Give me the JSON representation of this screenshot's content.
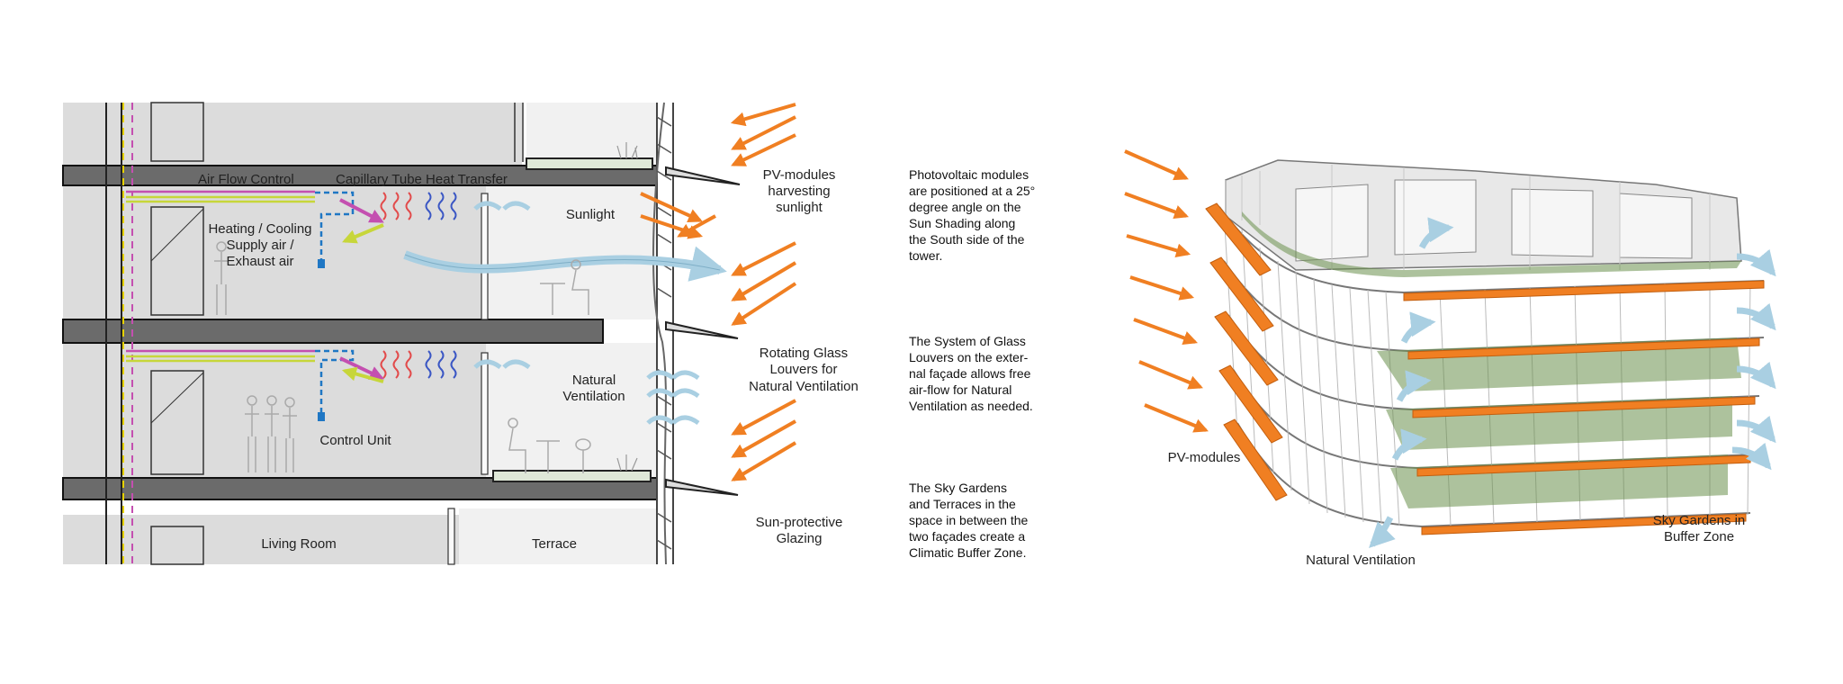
{
  "section": {
    "labels": {
      "air_flow_control": "Air Flow Control",
      "capillary": "Capillary Tube Heat Transfer",
      "heating_cooling": "Heating / Cooling",
      "supply_air": "Supply air /",
      "exhaust_air": "Exhaust air",
      "sunlight": "Sunlight",
      "natural_ventilation_1": "Natural",
      "natural_ventilation_2": "Ventilation",
      "control_unit": "Control Unit",
      "living_room": "Living Room",
      "terrace": "Terrace"
    },
    "callouts": {
      "pv_1": "PV-modules",
      "pv_2": "harvesting",
      "pv_3": "sunlight",
      "louvers_1": "Rotating Glass",
      "louvers_2": "Louvers for",
      "louvers_3": "Natural Ventilation",
      "glazing_1": "Sun-protective",
      "glazing_2": "Glazing"
    }
  },
  "descriptions": {
    "pv": "Photovoltaic modules\nare positioned at a 25°\ndegree angle on the\nSun Shading along\nthe South side of the\ntower.",
    "louvers": "The System of Glass\nLouvers on the exter-\nnal façade allows free\nair-flow for Natural\nVentilation as needed.",
    "gardens": "The Sky Gardens\nand Terraces in the\nspace in between the\ntwo façades create a\nClimatic Buffer Zone."
  },
  "axo": {
    "labels": {
      "pv_modules": "PV-modules",
      "natural_ventilation": "Natural Ventilation",
      "sky_gardens_1": "Sky Gardens in",
      "sky_gardens_2": "Buffer Zone"
    }
  },
  "colors": {
    "slab": "#6b6b6b",
    "room": "#dcdcdc",
    "buffer": "#efefef",
    "sun": "#f07f22",
    "air": "#b9d9e8",
    "supply": "#c44fb0",
    "exhaust": "#c7d63a",
    "control": "#1f77c4",
    "garden": "#6a8f4c"
  }
}
